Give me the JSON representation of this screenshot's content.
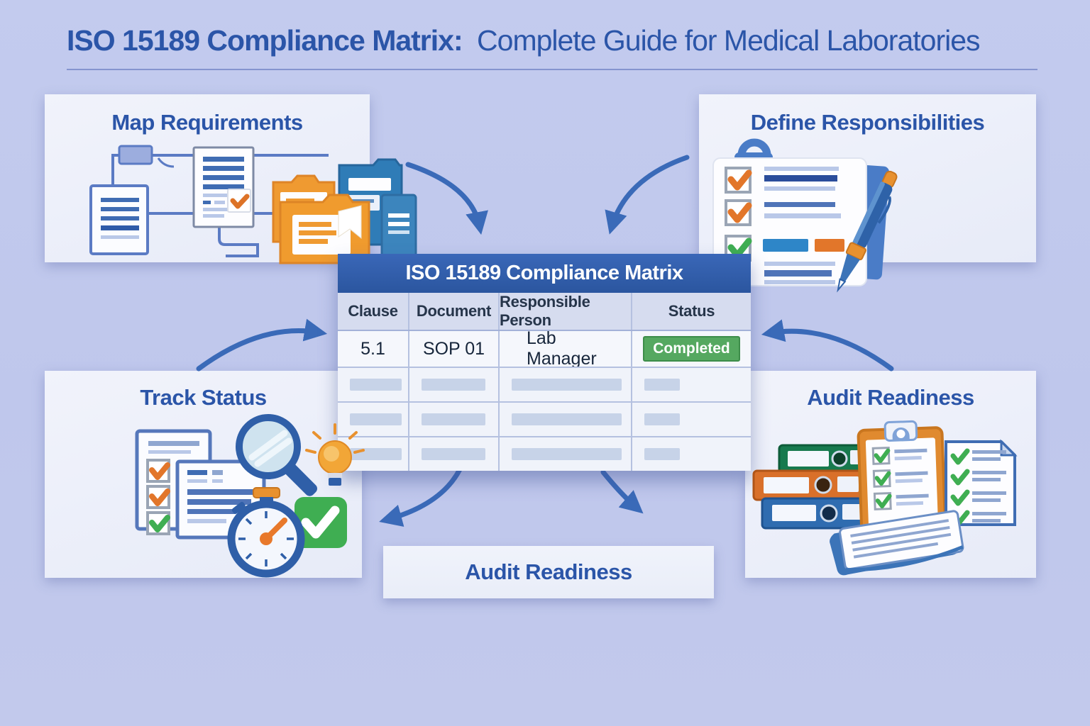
{
  "header": {
    "title_strong": "ISO 15189 Compliance Matrix:",
    "title_regular": "Complete Guide for Medical Laboratories"
  },
  "panels": {
    "map": {
      "label": "Map Requirements"
    },
    "define": {
      "label": "Define Responsibilities"
    },
    "track": {
      "label": "Track Status"
    },
    "audit": {
      "label": "Audit Readiness"
    },
    "bottom": {
      "label": "Audit Readiness"
    }
  },
  "matrix": {
    "title": "ISO 15189 Compliance Matrix",
    "columns": [
      "Clause",
      "Document",
      "Responsible Person",
      "Status"
    ],
    "rows": [
      {
        "clause": "5.1",
        "document": "SOP 01",
        "responsible": "Lab Manager",
        "status": "Completed"
      }
    ],
    "placeholder_rows": 3
  },
  "icons": {
    "map": [
      "flowchart-node",
      "document",
      "checked-document",
      "folder-orange",
      "folder-blue",
      "file-blue"
    ],
    "define": [
      "padlock",
      "checklist-card",
      "checkbox-orange",
      "checkbox-green",
      "pen"
    ],
    "track": [
      "checklist-document",
      "notes-document",
      "magnifier",
      "lightbulb",
      "check-badge",
      "stopwatch"
    ],
    "audit": [
      "binder-green",
      "binder-orange",
      "binder-blue",
      "clipboard",
      "checklist-sheet",
      "notebook"
    ]
  },
  "colors": {
    "background": "#c2c9ec",
    "panel": "#ecEFf9",
    "heading_blue": "#2b55a8",
    "table_header_blue": "#2f5cab",
    "column_header_bg": "#d6dcef",
    "status_green": "#55a860",
    "accent_orange": "#e8912f",
    "arrow_blue": "#3a6ab8"
  }
}
